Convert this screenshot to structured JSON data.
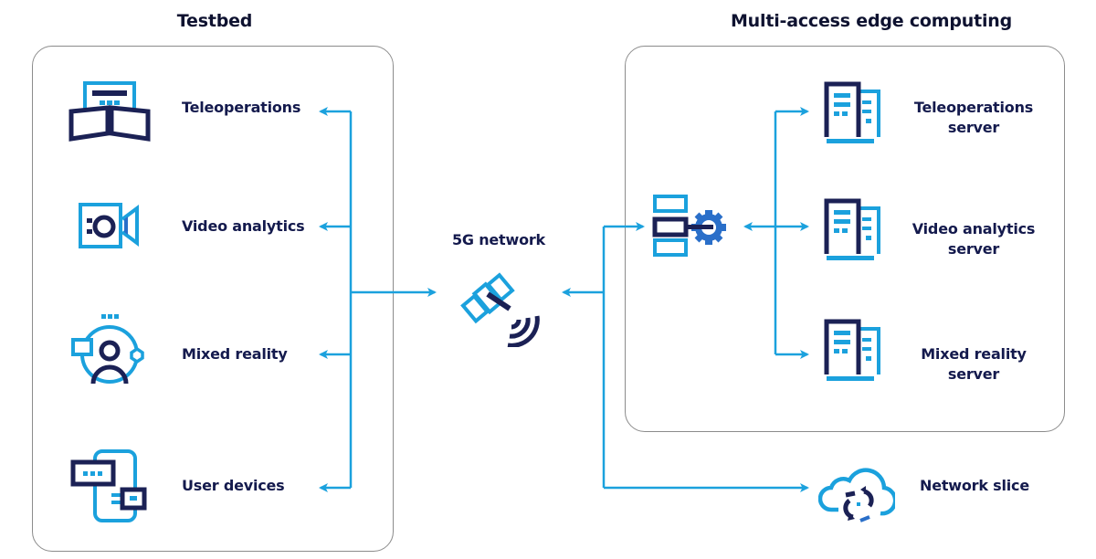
{
  "diagram": {
    "testbed": {
      "title": "Testbed",
      "items": [
        {
          "label": "Teleoperations",
          "icon": "teleoperations-monitors-icon"
        },
        {
          "label": "Video analytics",
          "icon": "video-camera-icon"
        },
        {
          "label": "Mixed reality",
          "icon": "mixed-reality-user-icon"
        },
        {
          "label": "User devices",
          "icon": "user-devices-icon"
        }
      ]
    },
    "network": {
      "label": "5G network",
      "icon": "satellite-signal-icon"
    },
    "mec": {
      "title": "Multi-access edge computing",
      "orchestrator_icon": "server-gear-icon",
      "servers": [
        {
          "label_line1": "Teleoperations",
          "label_line2": "server",
          "icon": "server-building-icon"
        },
        {
          "label_line1": "Video analytics",
          "label_line2": "server",
          "icon": "server-building-icon"
        },
        {
          "label_line1": "Mixed reality",
          "label_line2": "server",
          "icon": "server-building-icon"
        }
      ]
    },
    "slice": {
      "label": "Network slice",
      "icon": "cloud-sync-icon"
    },
    "colors": {
      "accent": "#1ba1dd",
      "navy": "#1b2155",
      "mid_blue": "#2a6fc9",
      "border": "#8c8c8c",
      "text": "#141a4d"
    }
  }
}
